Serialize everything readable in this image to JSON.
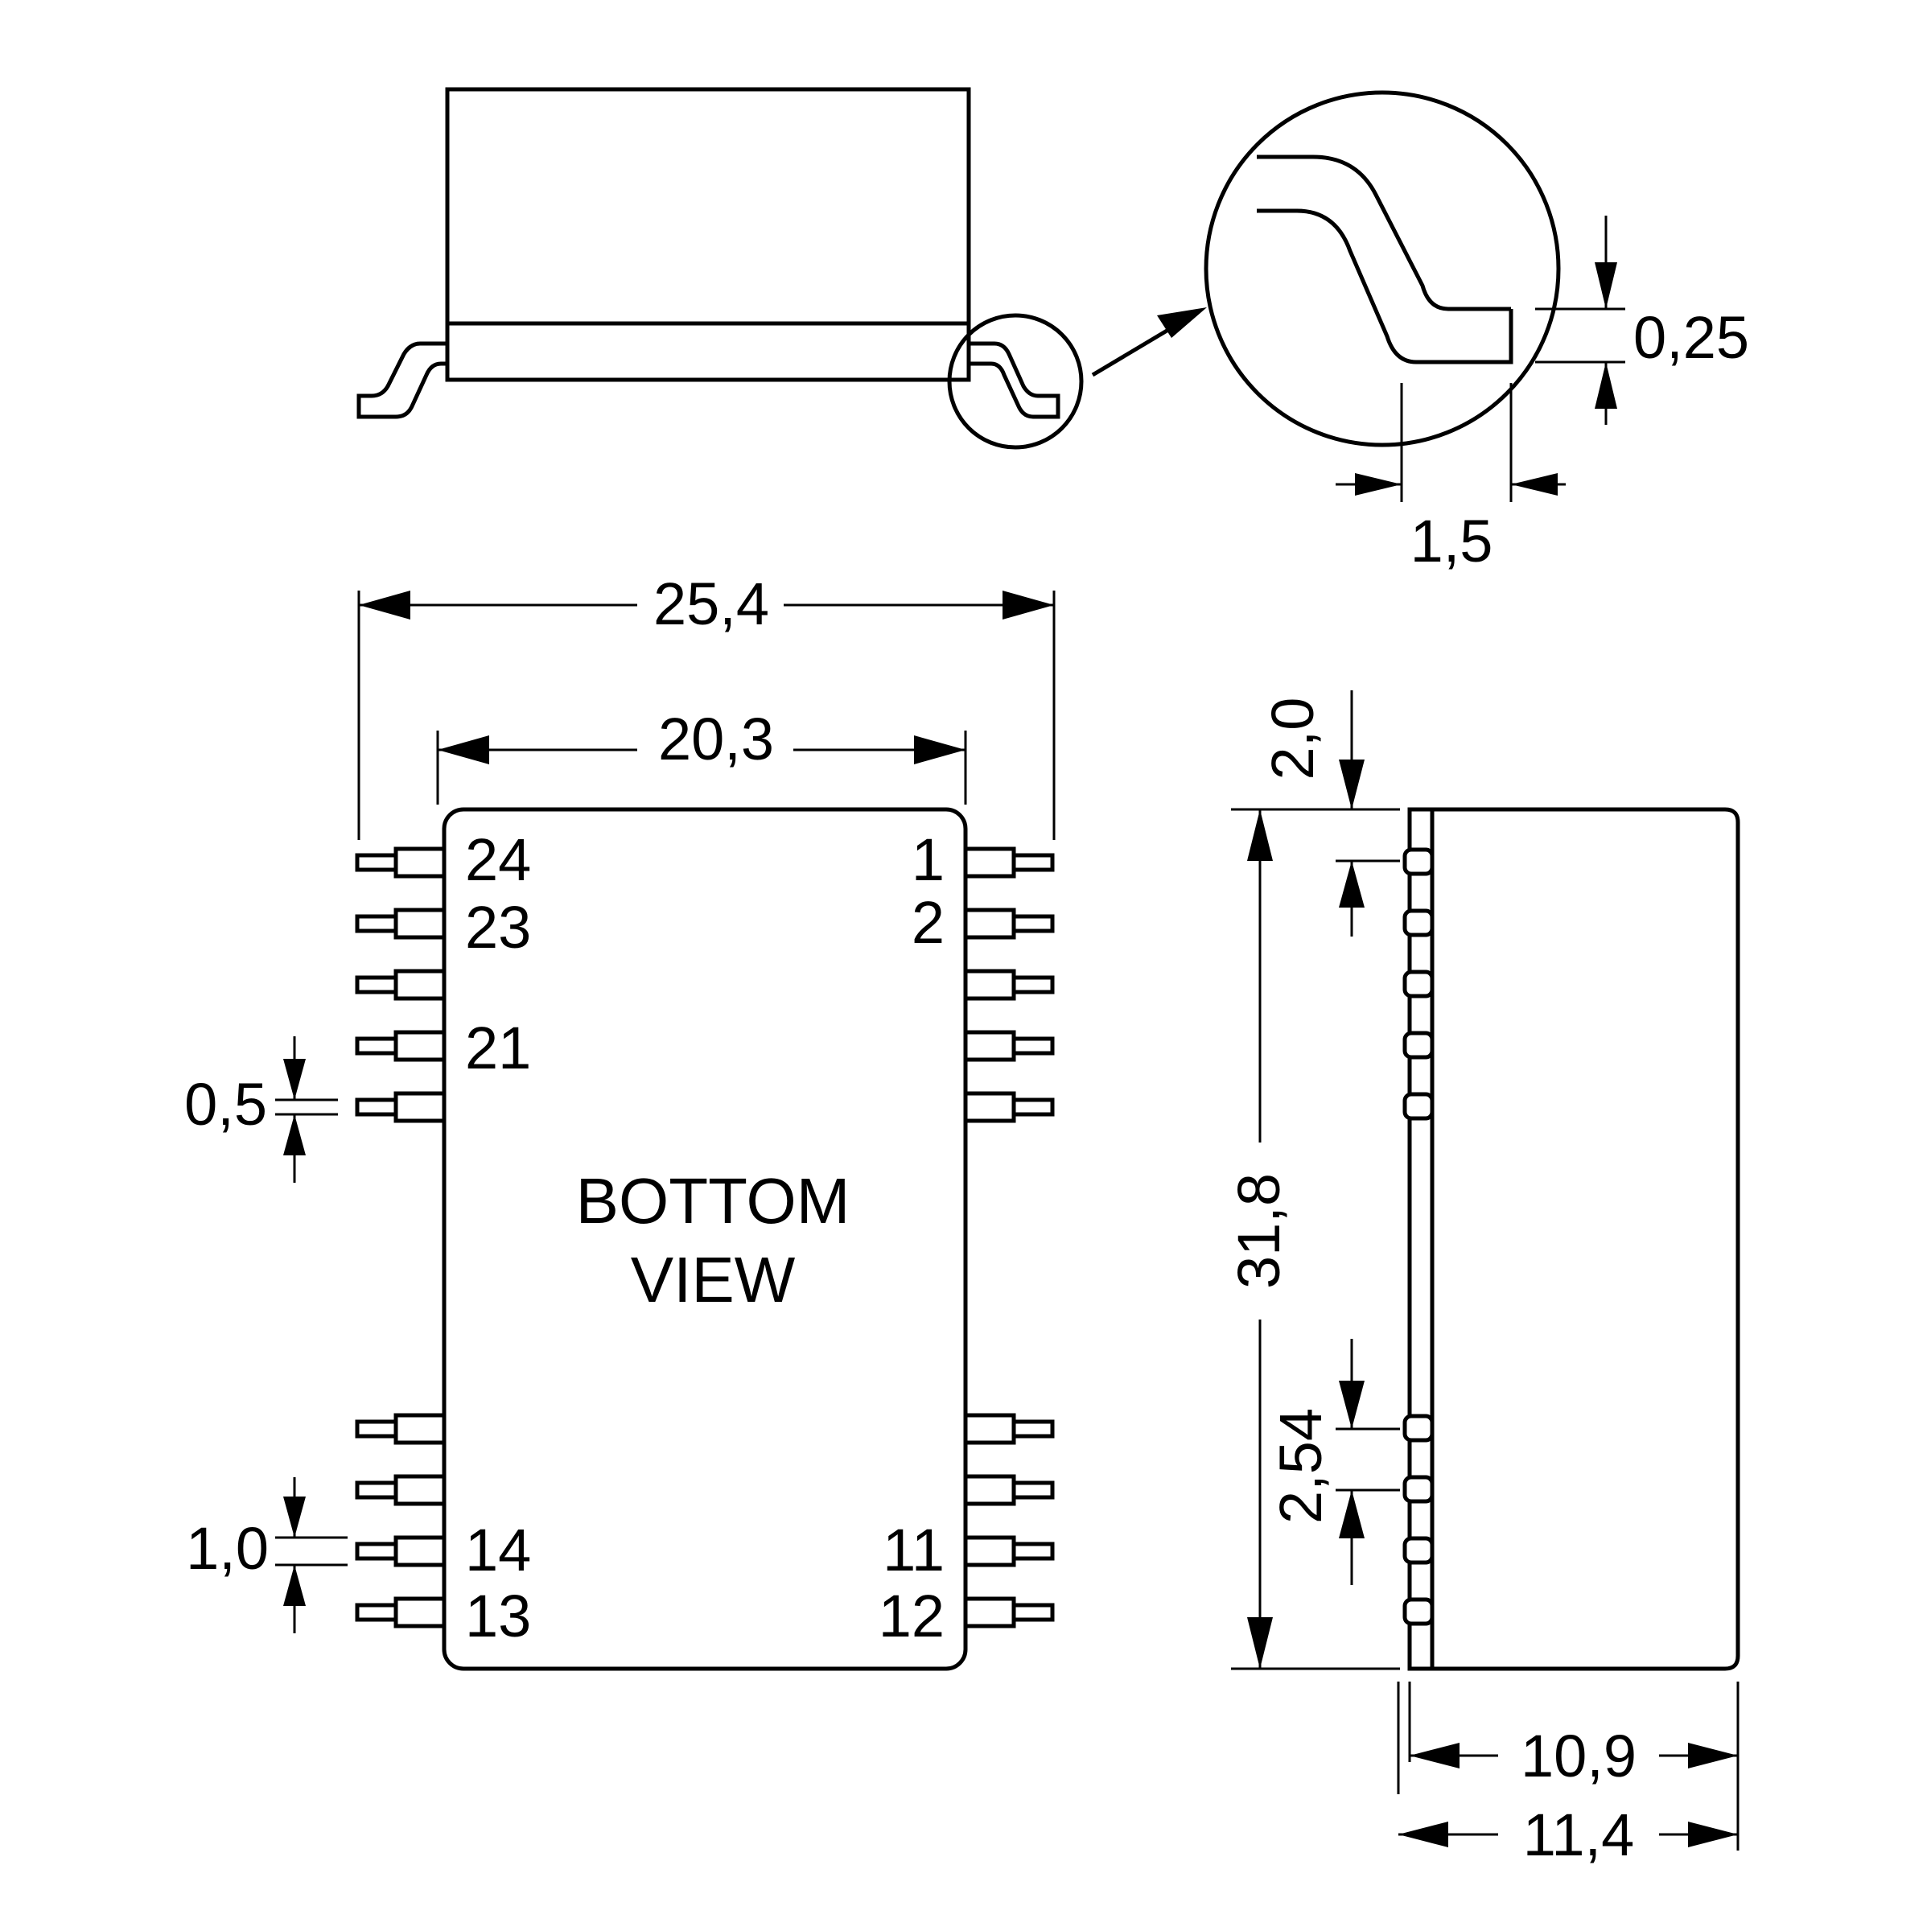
{
  "labels": {
    "line1": "BOTTOM",
    "line2": "VIEW"
  },
  "pins": {
    "p1": "1",
    "p2": "2",
    "p11": "11",
    "p12": "12",
    "p13": "13",
    "p14": "14",
    "p21": "21",
    "p23": "23",
    "p24": "24"
  },
  "dimensions": {
    "lead_thickness": "0,25",
    "lead_foot": "1,5",
    "overall_width": "25,4",
    "body_width": "20,3",
    "pin_width": "0,5",
    "pin_gap": "1,0",
    "edge_to_pin1": "2,0",
    "length": "31,8",
    "pitch": "2,54",
    "height_body": "10,9",
    "height_overall": "11,4"
  }
}
